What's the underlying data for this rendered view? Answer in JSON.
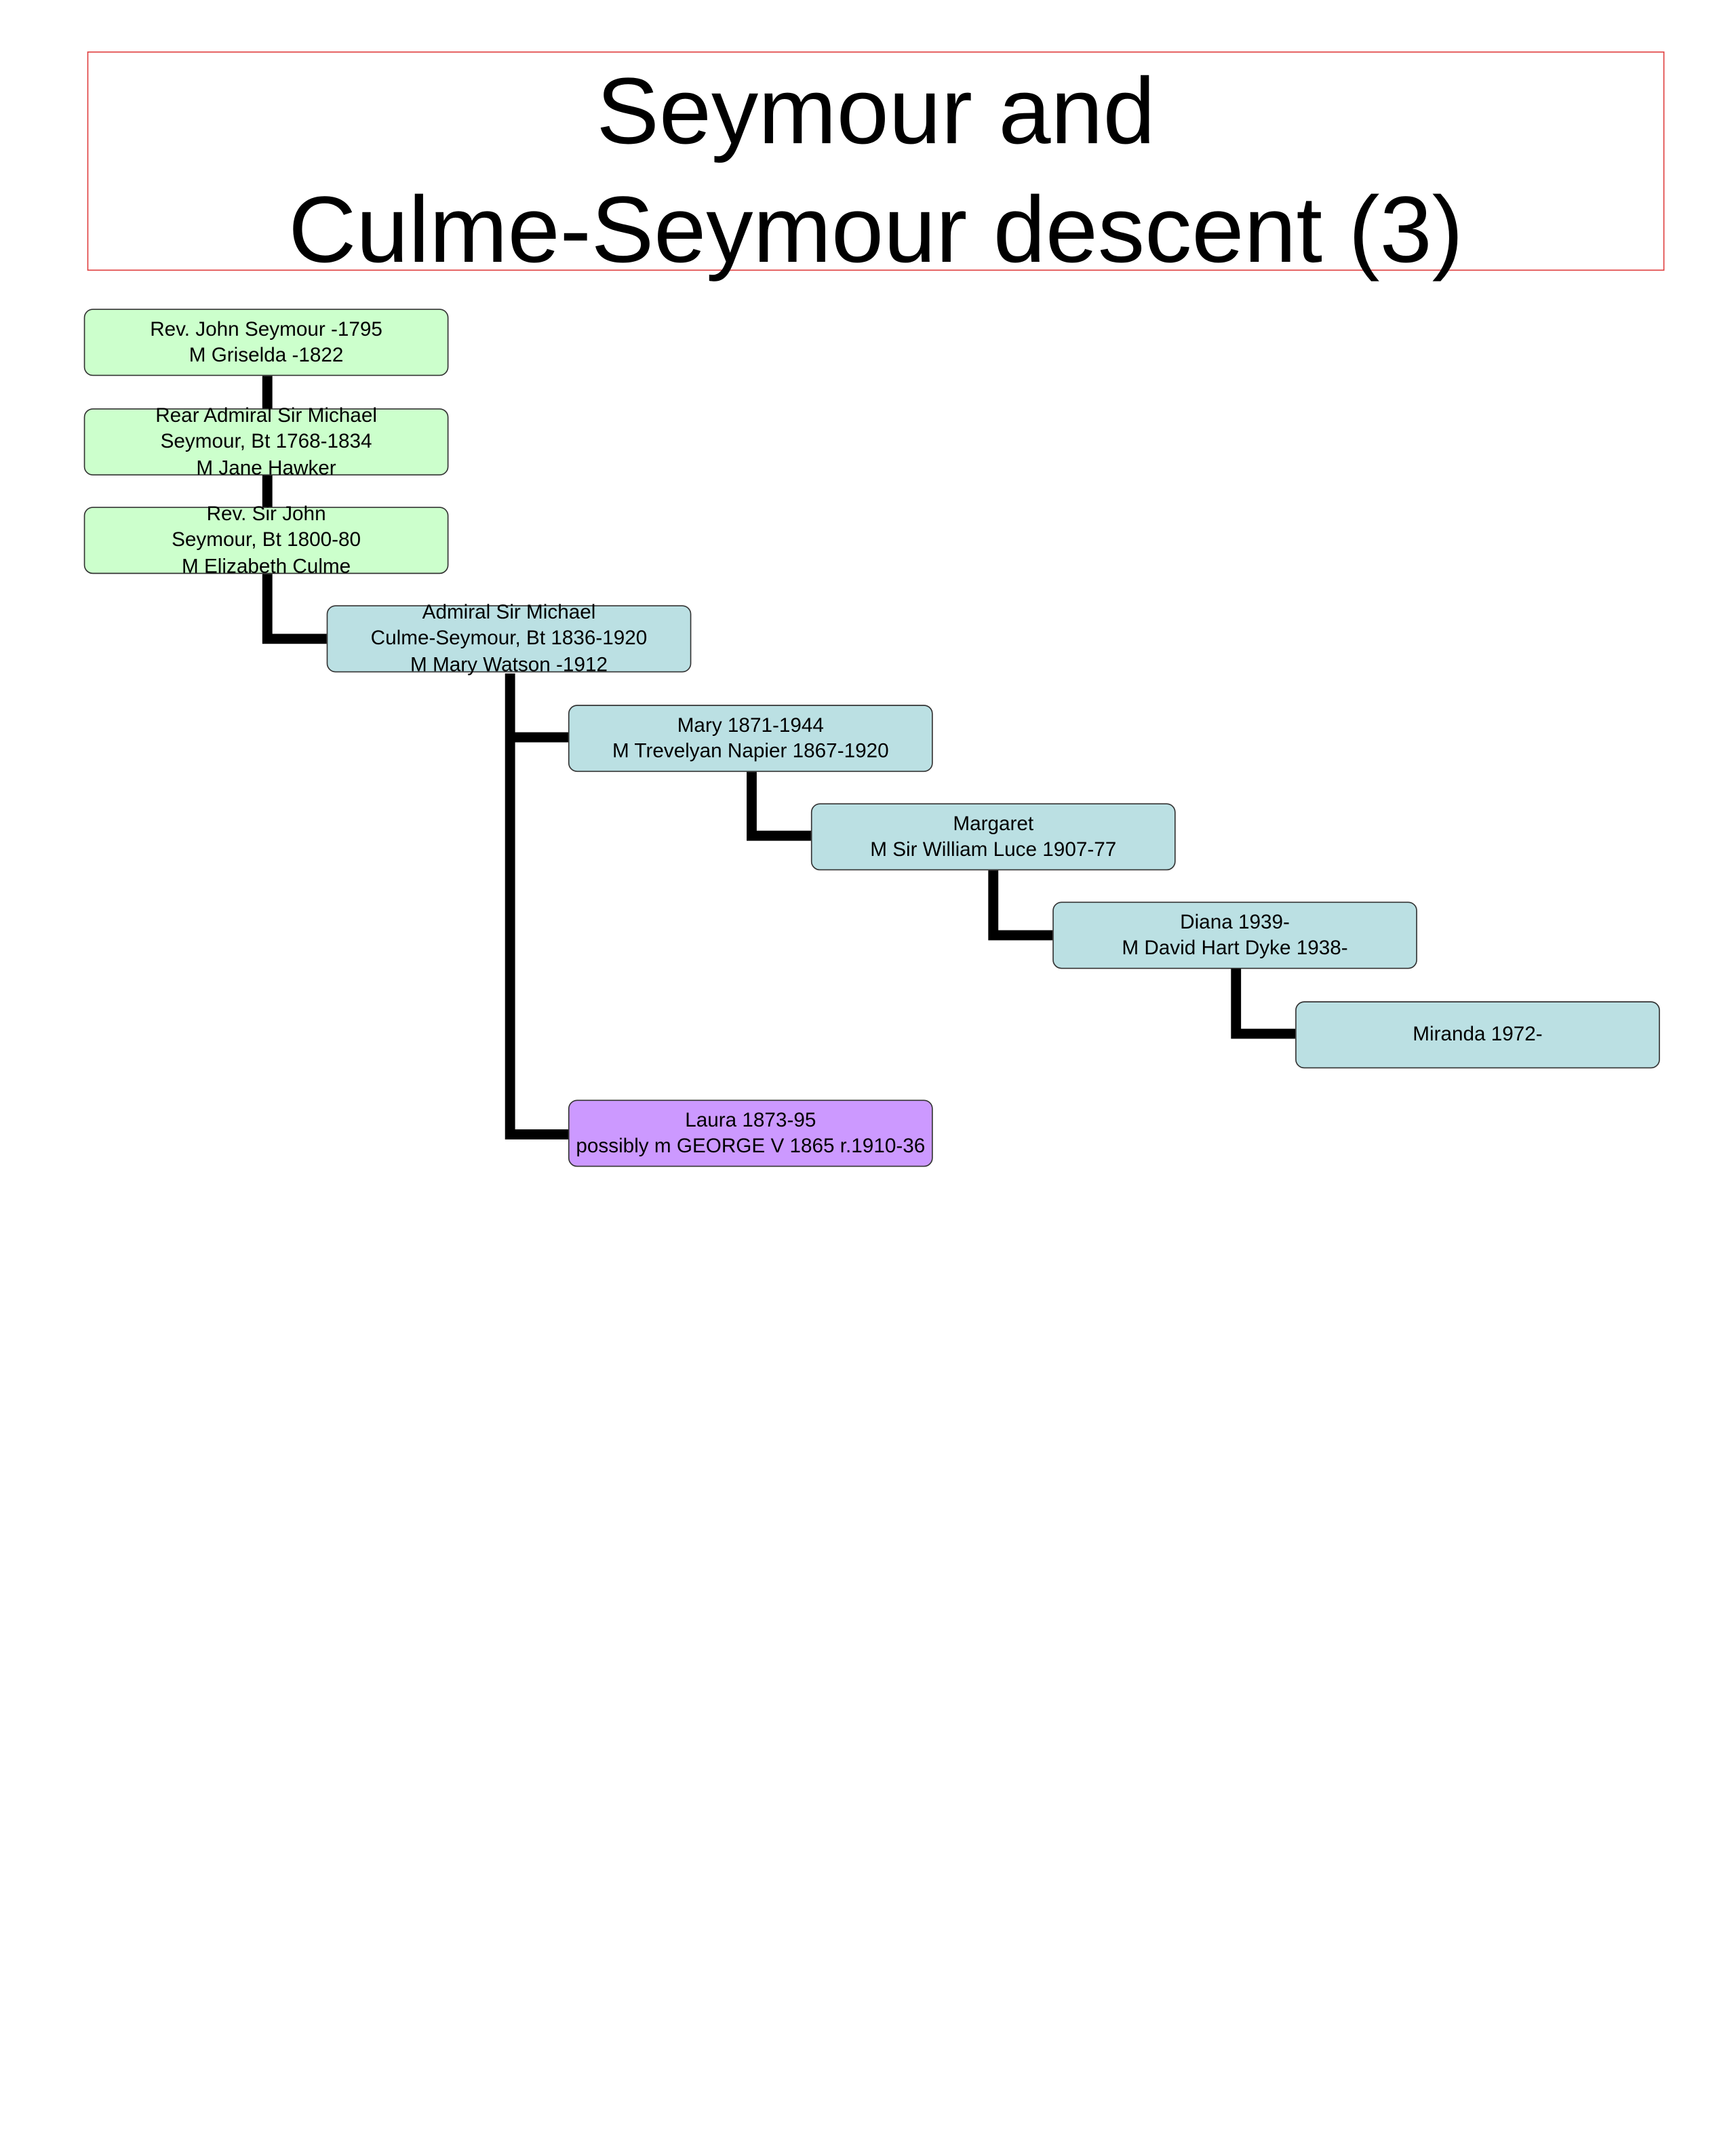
{
  "title": {
    "line1": "Seymour and",
    "line2": "Culme-Seymour descent (3)"
  },
  "colors": {
    "green": "#ccffcc",
    "blue": "#bbe0e3",
    "purple": "#cc99ff",
    "title_border": "#e04040",
    "connector": "#000000"
  },
  "nodes": [
    {
      "id": "john",
      "lines": [
        "Rev. John Seymour -1795",
        "M Griselda -1822"
      ]
    },
    {
      "id": "michael",
      "lines": [
        "Rear Admiral Sir Michael",
        "Seymour, Bt 1768-1834",
        "M Jane Hawker"
      ]
    },
    {
      "id": "sirjohn",
      "lines": [
        "Rev. Sir John",
        "Seymour, Bt 1800-80",
        "M Elizabeth Culme"
      ]
    },
    {
      "id": "admiral",
      "lines": [
        "Admiral Sir Michael",
        "Culme-Seymour, Bt 1836-1920",
        "M Mary Watson -1912"
      ]
    },
    {
      "id": "mary",
      "lines": [
        "Mary 1871-1944",
        "M Trevelyan Napier 1867-1920"
      ]
    },
    {
      "id": "margaret",
      "lines": [
        "Margaret",
        "M Sir William Luce 1907-77"
      ]
    },
    {
      "id": "diana",
      "lines": [
        "Diana 1939-",
        "M David Hart Dyke 1938-"
      ]
    },
    {
      "id": "miranda",
      "lines": [
        "Miranda 1972-"
      ]
    },
    {
      "id": "laura",
      "lines": [
        "Laura 1873-95",
        "possibly m GEORGE V 1865 r.1910-36"
      ]
    }
  ]
}
